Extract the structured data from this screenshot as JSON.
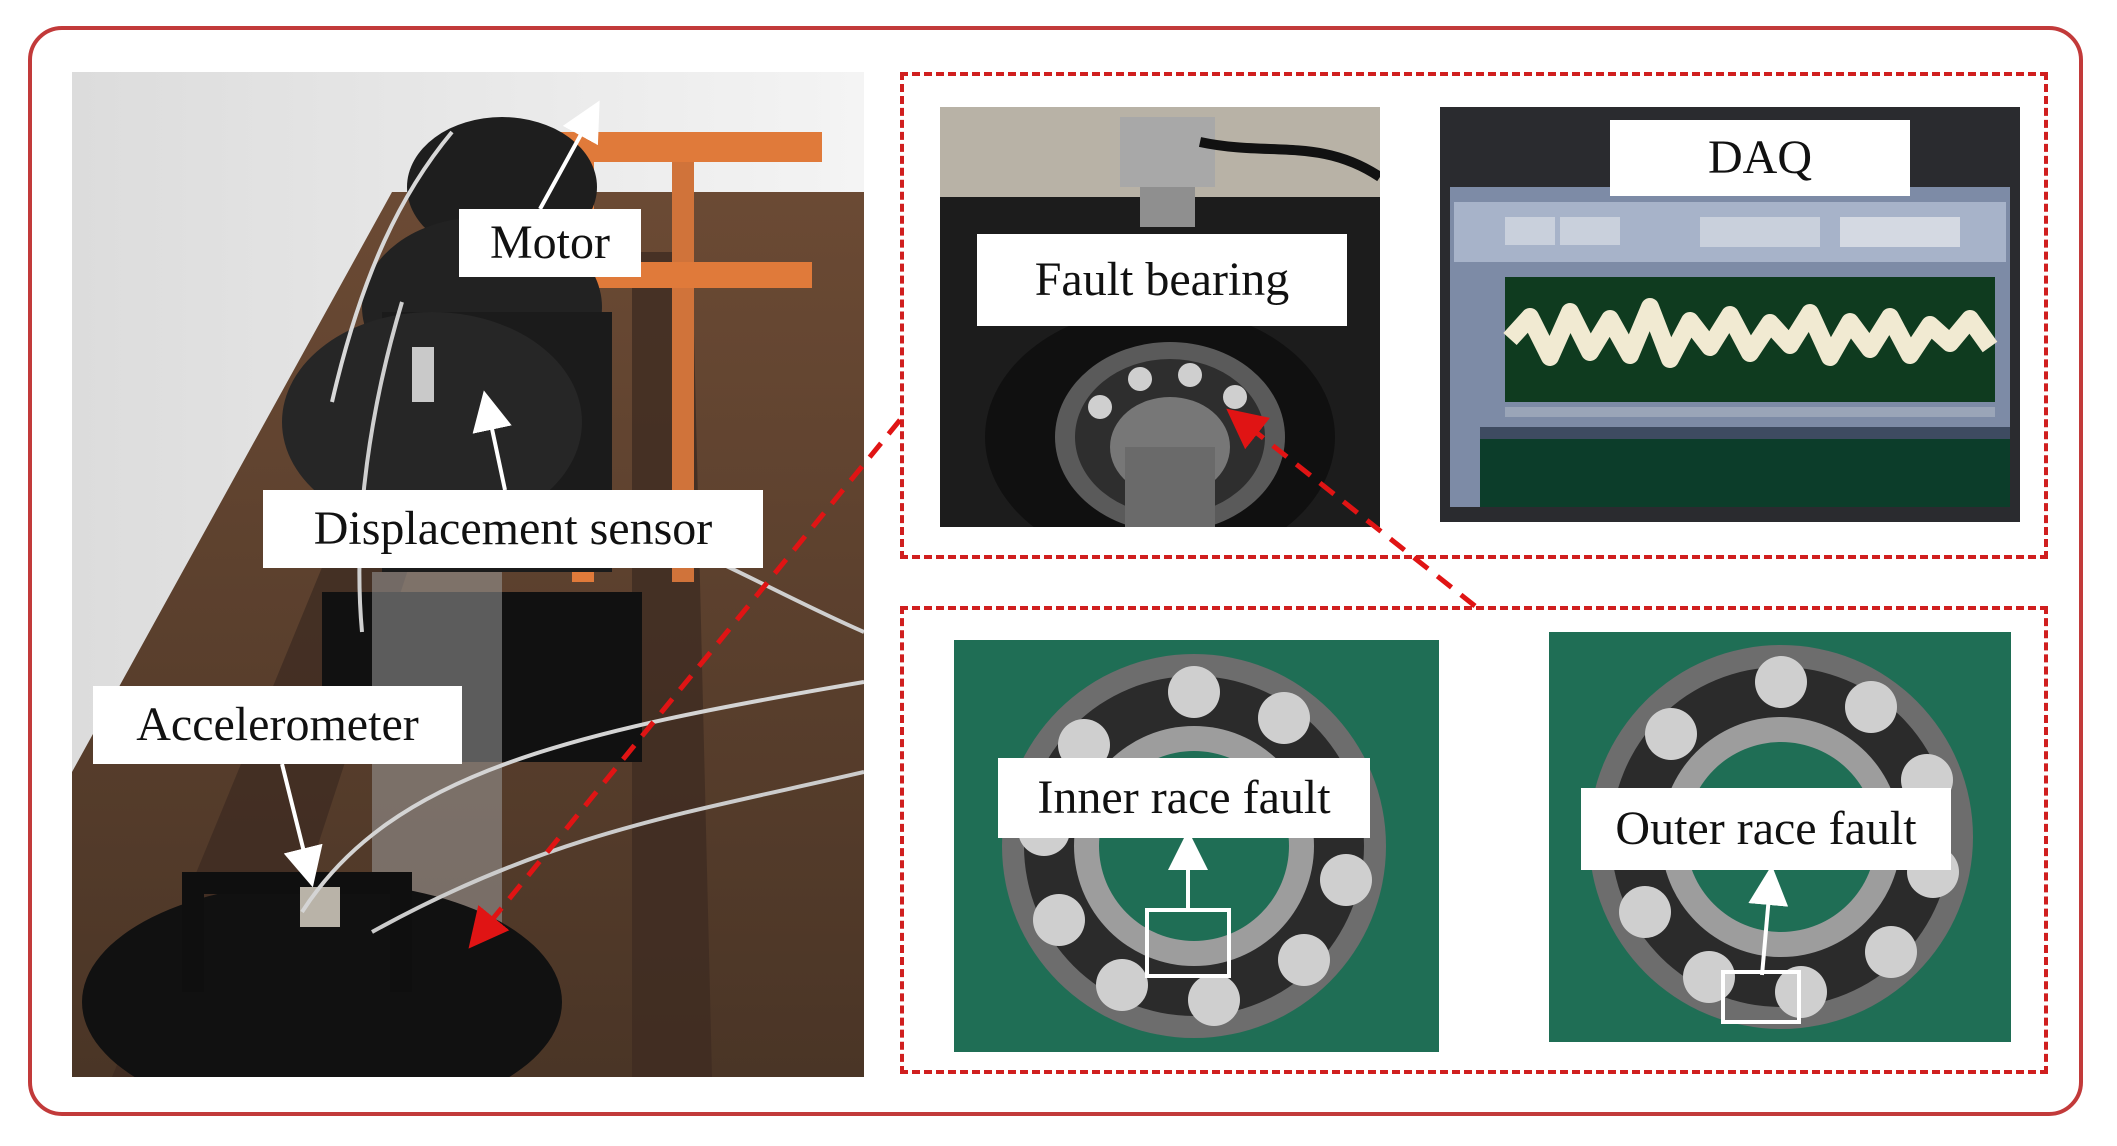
{
  "labels": {
    "motor": "Motor",
    "displacement_sensor": "Displacement sensor",
    "accelerometer": "Accelerometer",
    "fault_bearing": "Fault bearing",
    "daq": "DAQ",
    "inner_race_fault": "Inner race fault",
    "outer_race_fault": "Outer race fault"
  },
  "colors": {
    "frame": "#c23a3a",
    "dashed_callout": "#d01f1f",
    "photo_background_green": "#1f6e55",
    "label_background": "#ffffff"
  }
}
